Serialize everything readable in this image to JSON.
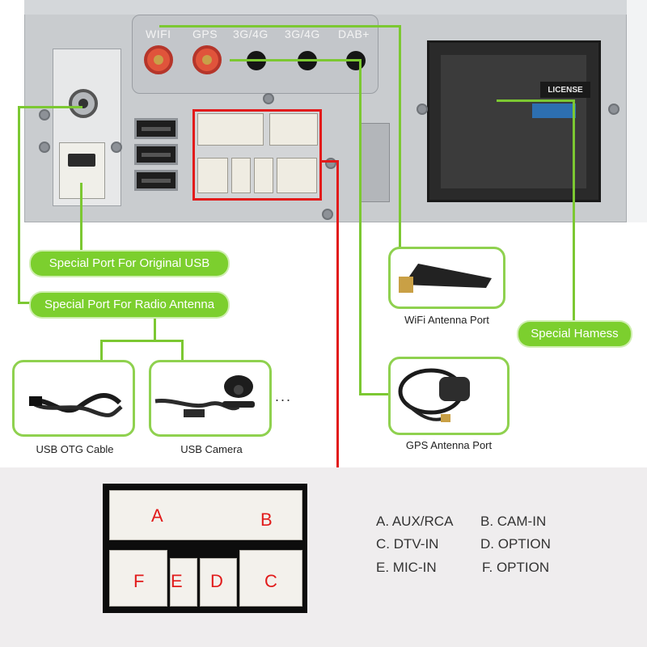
{
  "antenna_labels": {
    "wifi": "WIFI",
    "gps": "GPS",
    "lte1": "3G/4G",
    "lte2": "3G/4G",
    "dab": "DAB+"
  },
  "harness_sticker": "LICENSE",
  "callouts": {
    "original_usb": "Special Port For Original USB",
    "radio_antenna": "Special Port For Radio Antenna",
    "special_harness": "Special Hamess"
  },
  "products": {
    "usb_otg": "USB OTG Cable",
    "usb_camera": "USB Camera",
    "wifi_antenna": "WiFi Antenna Port",
    "gps_antenna": "GPS Antenna Port",
    "more": "..."
  },
  "connector_letters": {
    "a": "A",
    "b": "B",
    "c": "C",
    "d": "D",
    "e": "E",
    "f": "F"
  },
  "legend": {
    "a": "A. AUX/RCA",
    "b": "B. CAM-IN",
    "c": "C. DTV-IN",
    "d": "D. OPTION",
    "e": "E. MIC-IN",
    "f": "F. OPTION"
  },
  "colors": {
    "accent_green": "#7ccf2e",
    "highlight_red": "#e21b1b",
    "antenna_red": "#e0543b"
  }
}
